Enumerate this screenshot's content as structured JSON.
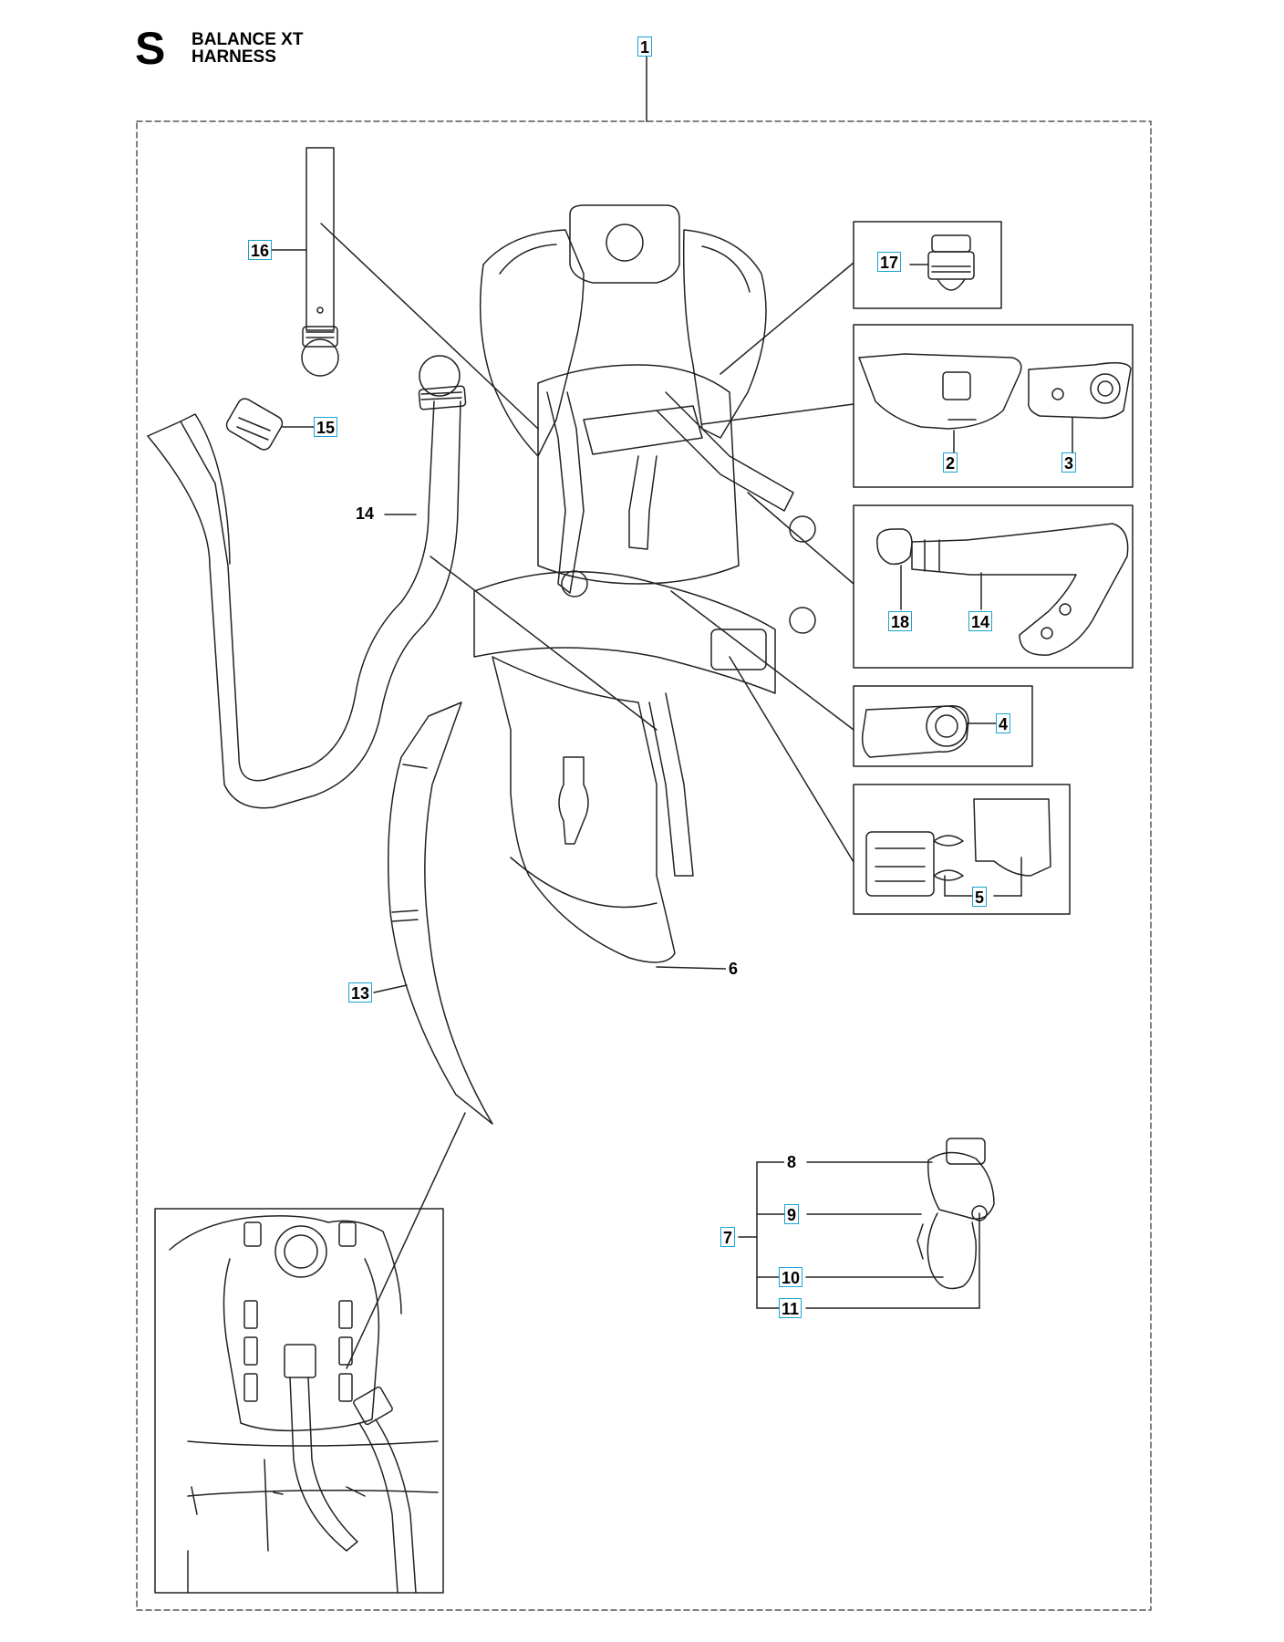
{
  "header": {
    "section_letter": "S",
    "title_line1": "BALANCE XT",
    "title_line2": "HARNESS"
  },
  "callouts": {
    "c1": "1",
    "c2": "2",
    "c3": "3",
    "c4": "4",
    "c5": "5",
    "c6": "6",
    "c7": "7",
    "c8": "8",
    "c9": "9",
    "c10": "10",
    "c11": "11",
    "c13": "13",
    "c14_left": "14",
    "c14_detail": "14",
    "c15": "15",
    "c16": "16",
    "c17": "17",
    "c18": "18"
  },
  "colors": {
    "callout_border": "#1aa3d2",
    "line": "#222222",
    "frame": "#555555"
  }
}
